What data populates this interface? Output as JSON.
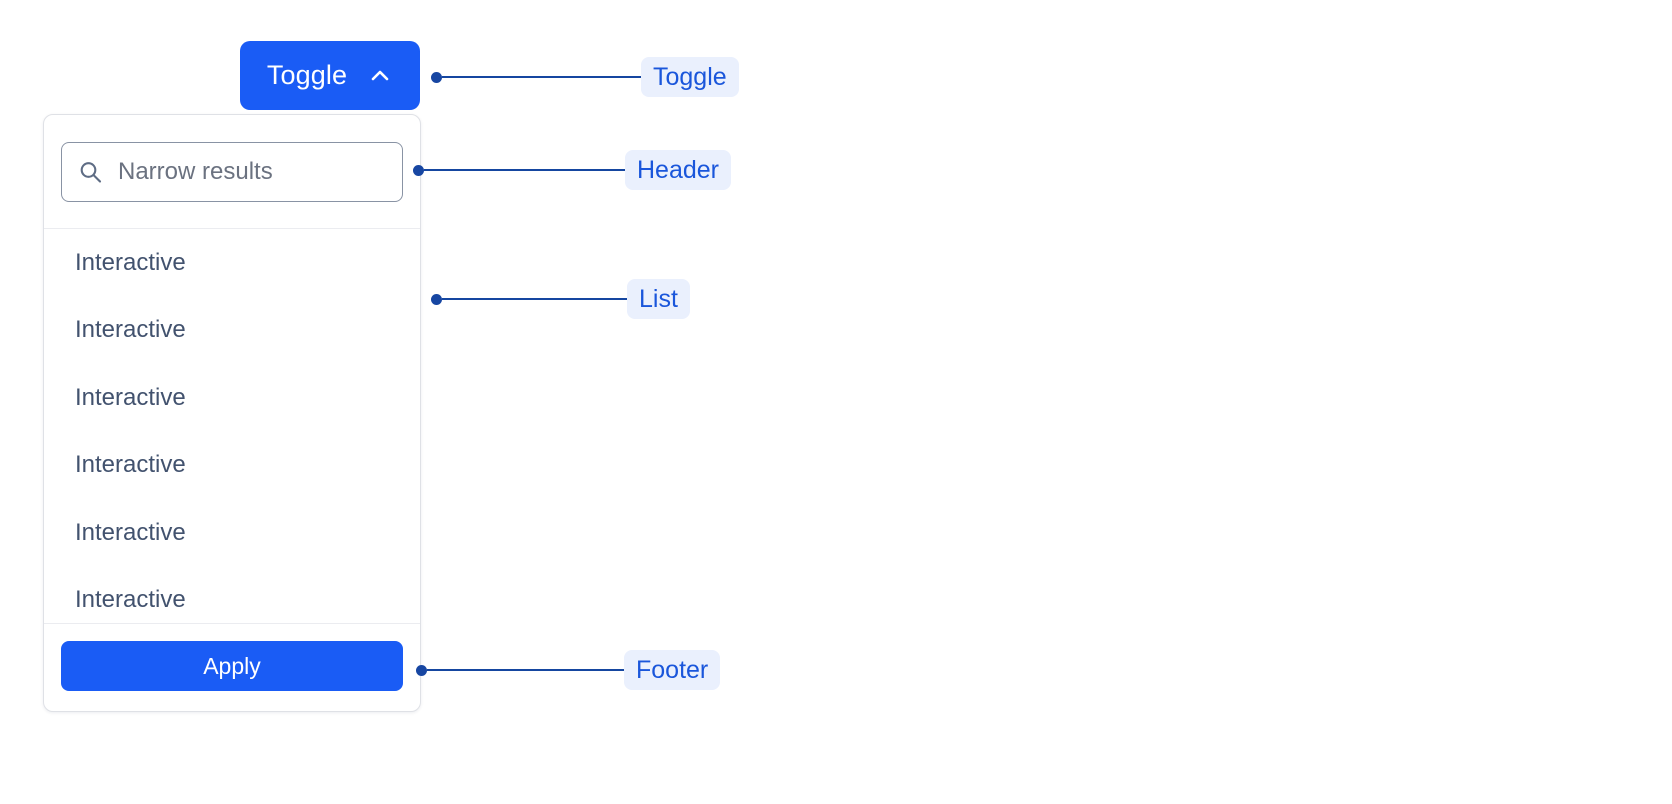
{
  "toggle": {
    "label": "Toggle",
    "icon": "chevron-up-icon"
  },
  "dropdown": {
    "header": {
      "search": {
        "placeholder": "Narrow results",
        "value": "",
        "icon": "search-icon"
      }
    },
    "list": {
      "items": [
        {
          "label": "Interactive"
        },
        {
          "label": "Interactive"
        },
        {
          "label": "Interactive"
        },
        {
          "label": "Interactive"
        },
        {
          "label": "Interactive"
        },
        {
          "label": "Interactive"
        }
      ]
    },
    "footer": {
      "apply_label": "Apply"
    }
  },
  "annotations": [
    {
      "label": "Toggle"
    },
    {
      "label": "Header"
    },
    {
      "label": "List"
    },
    {
      "label": "Footer"
    }
  ],
  "colors": {
    "accent_blue": "#1a5cf5",
    "annotation_line": "#1546a0",
    "annotation_chip_bg": "#eaf0fd",
    "annotation_chip_text": "#1a56db",
    "panel_border": "#dfe1e6",
    "divider": "#ebecf0",
    "list_text": "#42526e",
    "placeholder_text": "#6b7280",
    "input_border": "#8993a4",
    "page_bg": "#ffffff"
  }
}
